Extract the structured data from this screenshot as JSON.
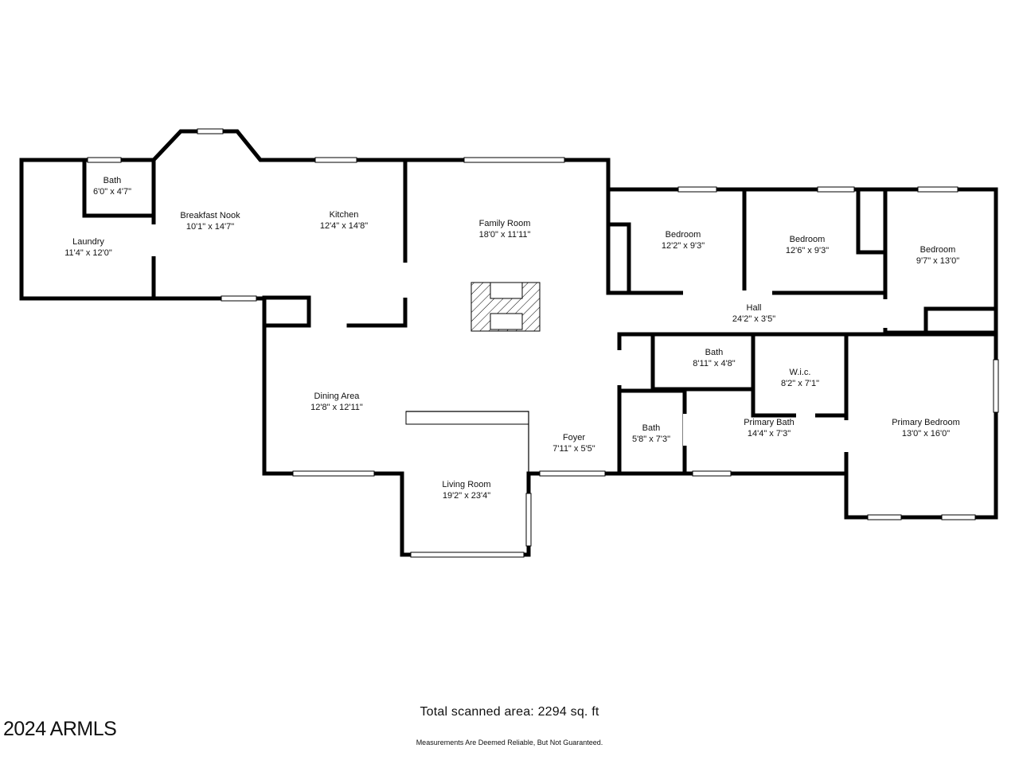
{
  "rooms": [
    {
      "id": "laundry",
      "name": "Laundry",
      "dims": "11'4\" x 12'0\""
    },
    {
      "id": "bath-laundry",
      "name": "Bath",
      "dims": "6'0\" x 4'7\""
    },
    {
      "id": "breakfast-nook",
      "name": "Breakfast Nook",
      "dims": "10'1\" x 14'7\""
    },
    {
      "id": "kitchen",
      "name": "Kitchen",
      "dims": "12'4\" x 14'8\""
    },
    {
      "id": "family-room",
      "name": "Family Room",
      "dims": "18'0\" x 11'11\""
    },
    {
      "id": "bedroom-1",
      "name": "Bedroom",
      "dims": "12'2\" x 9'3\""
    },
    {
      "id": "bedroom-2",
      "name": "Bedroom",
      "dims": "12'6\" x 9'3\""
    },
    {
      "id": "bedroom-3",
      "name": "Bedroom",
      "dims": "9'7\" x 13'0\""
    },
    {
      "id": "hall",
      "name": "Hall",
      "dims": "24'2\" x 3'5\""
    },
    {
      "id": "bath-hall",
      "name": "Bath",
      "dims": "8'11\" x 4'8\""
    },
    {
      "id": "wic",
      "name": "W.i.c.",
      "dims": "8'2\" x 7'1\""
    },
    {
      "id": "dining-area",
      "name": "Dining Area",
      "dims": "12'8\" x 12'11\""
    },
    {
      "id": "primary-bath",
      "name": "Primary Bath",
      "dims": "14'4\" x 7'3\""
    },
    {
      "id": "primary-bedroom",
      "name": "Primary Bedroom",
      "dims": "13'0\" x 16'0\""
    },
    {
      "id": "bath-small",
      "name": "Bath",
      "dims": "5'8\" x 7'3\""
    },
    {
      "id": "foyer",
      "name": "Foyer",
      "dims": "7'11\" x 5'5\""
    },
    {
      "id": "living-room",
      "name": "Living Room",
      "dims": "19'2\" x 23'4\""
    }
  ],
  "footer": {
    "total_area": "Total scanned area: 2294 sq. ft",
    "disclaimer": "Measurements Are Deemed Reliable, But Not Guaranteed.",
    "copyright": "2024 ARMLS"
  },
  "colors": {
    "wall": "#000000",
    "background": "#ffffff",
    "window": "#ffffff"
  }
}
